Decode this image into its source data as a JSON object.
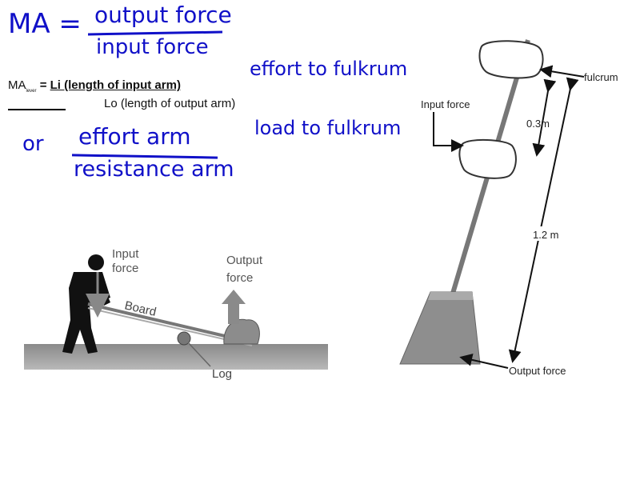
{
  "handwriting": {
    "ma": "MA =",
    "numerator": "output force",
    "denominator": "input force",
    "effort_note": "effort to fulkrum",
    "load_note": "load to fulkrum",
    "or": "or",
    "effort_arm": "effort arm",
    "resistance_arm": "resistance arm"
  },
  "typed_formula": {
    "ma": "MA",
    "ma_sub": "lever",
    "equals": "=",
    "numerator": "Li (length of input arm)",
    "denominator": "Lo (length of output arm)"
  },
  "figure_log": {
    "input_force": [
      "Input",
      "force"
    ],
    "output_force": [
      "Output",
      "force"
    ],
    "board": "Board",
    "log": "Log"
  },
  "figure_broom": {
    "fulcrum": "fulcrum",
    "input_force": "Input force",
    "short_length": "0.3m",
    "long_length": "1.2 m",
    "output_force": "Output force"
  }
}
